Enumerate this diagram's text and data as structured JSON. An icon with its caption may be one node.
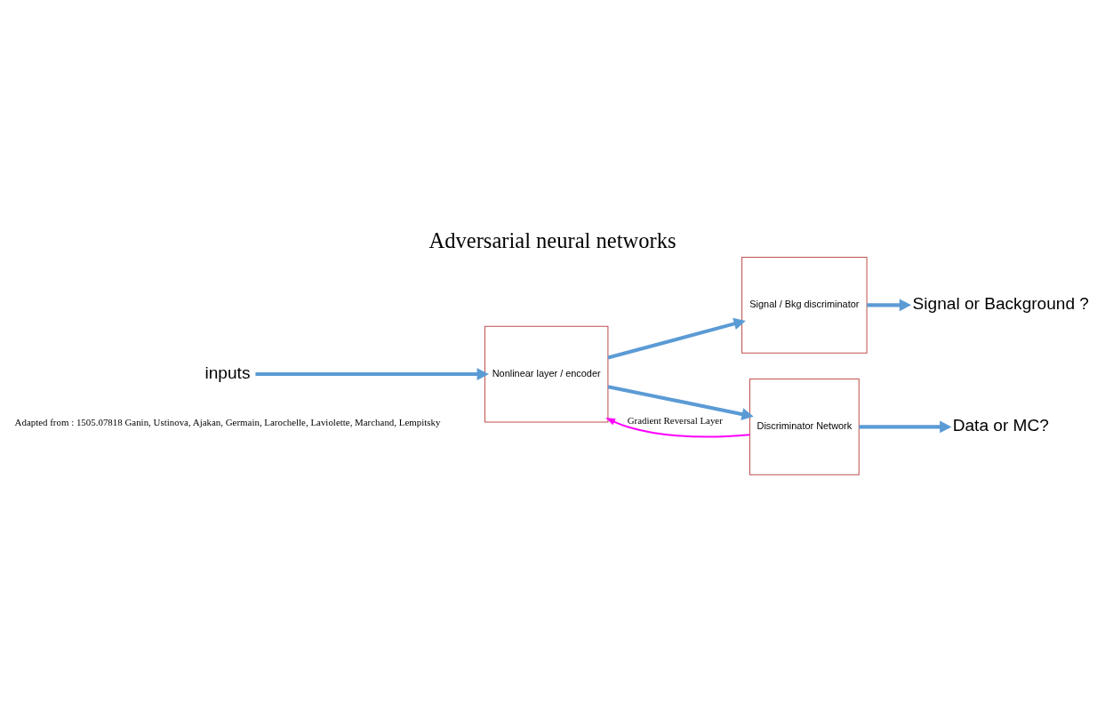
{
  "diagram": {
    "title": "Adversarial neural networks",
    "nodes": [
      {
        "text": [
          "inputs"
        ]
      },
      {
        "text": [
          "Nonlinear layer / encoder"
        ]
      },
      {
        "text": [
          "Signal / Bkg discriminator"
        ]
      },
      {
        "text": [
          "Signal or Background ?"
        ]
      },
      {
        "text": [
          "Discriminator Network"
        ]
      },
      {
        "text": [
          "Data or MC?"
        ]
      }
    ],
    "edges": [
      {
        "from": 0,
        "to": 1,
        "arrow": "to"
      },
      {
        "from": 1,
        "to": 2,
        "arrow": "to"
      },
      {
        "from": 2,
        "to": 3,
        "arrow": "to"
      },
      {
        "from": 1,
        "to": 4,
        "arrow": "to"
      },
      {
        "from": 4,
        "to": 5,
        "arrow": "to"
      },
      {
        "from": 4,
        "to": 1,
        "arrow": "to",
        "label": "Gradient Reversal Layer",
        "color": "#ff00ff"
      }
    ],
    "labels": [
      "Adapted from : 1505.07818 Ganin, Ustinova, Ajakan, Germain, Larochelle, Laviolette, Marchand, Lempitsky"
    ]
  }
}
